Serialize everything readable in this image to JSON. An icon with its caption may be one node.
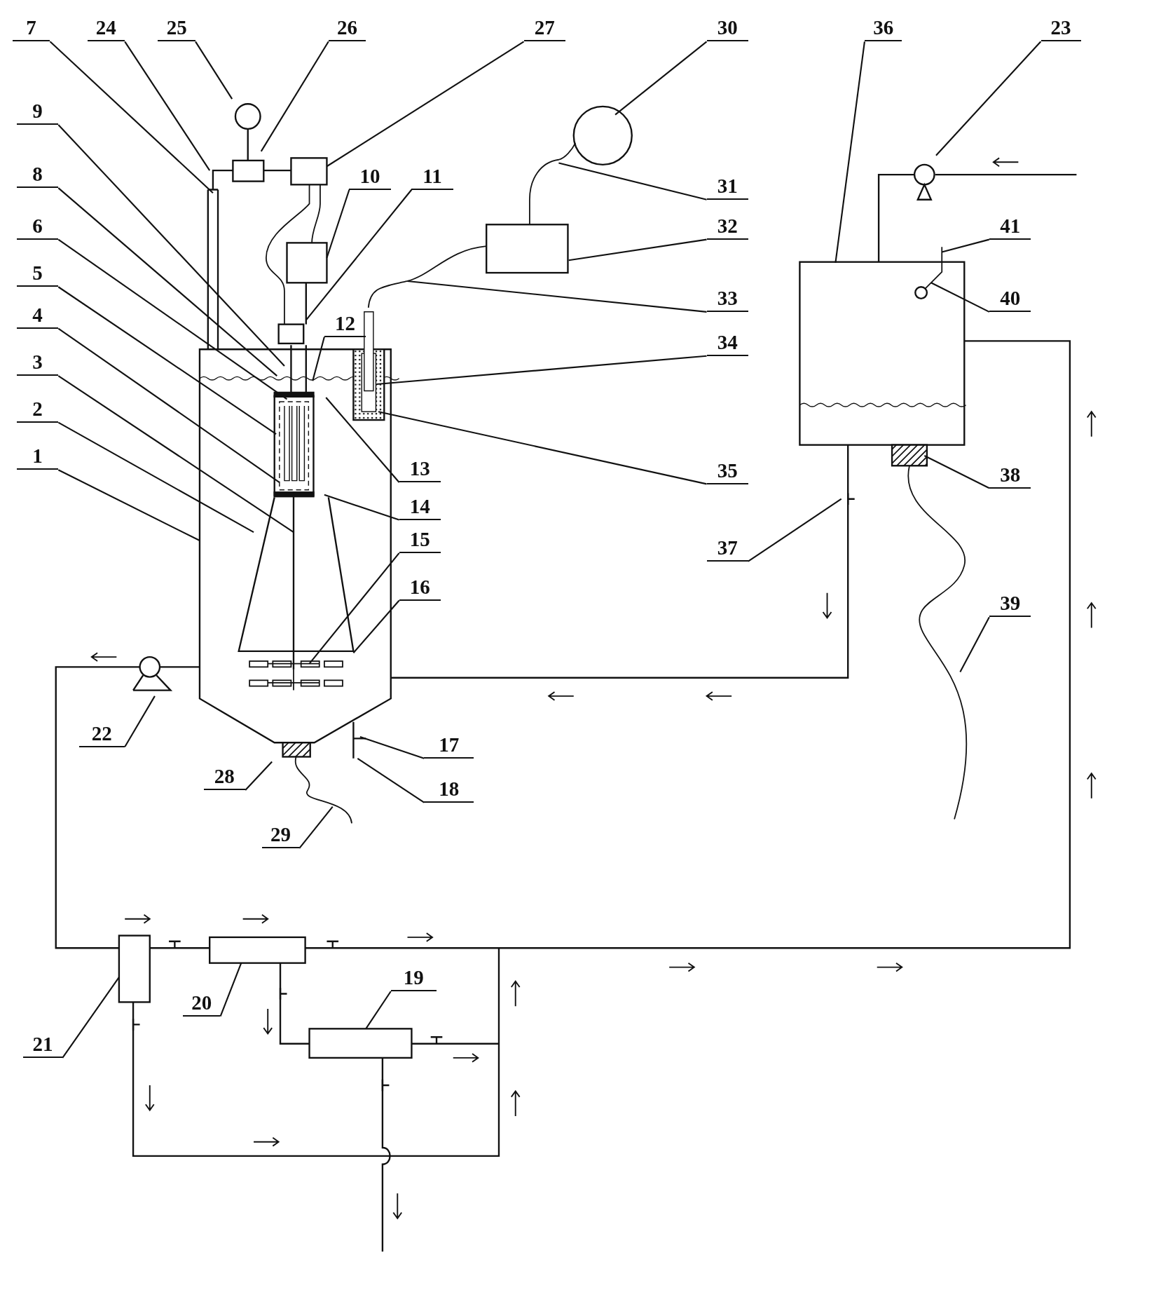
{
  "diagram": {
    "nodes": [
      {
        "text": [
          "7"
        ]
      },
      {
        "text": [
          "24"
        ]
      },
      {
        "text": [
          "25"
        ]
      },
      {
        "text": [
          "26"
        ]
      },
      {
        "text": [
          "27"
        ]
      },
      {
        "text": [
          "30"
        ]
      },
      {
        "text": [
          "36"
        ]
      },
      {
        "text": [
          "23"
        ]
      },
      {
        "text": [
          "9"
        ]
      },
      {
        "text": [
          "10"
        ]
      },
      {
        "text": [
          "11"
        ]
      },
      {
        "text": [
          "31"
        ]
      },
      {
        "text": [
          "8"
        ]
      },
      {
        "text": [
          "32"
        ]
      },
      {
        "text": [
          "41"
        ]
      },
      {
        "text": [
          "6"
        ]
      },
      {
        "text": [
          "33"
        ]
      },
      {
        "text": [
          "40"
        ]
      },
      {
        "text": [
          "5"
        ]
      },
      {
        "text": [
          "12"
        ]
      },
      {
        "text": [
          "34"
        ]
      },
      {
        "text": [
          "4"
        ]
      },
      {
        "text": [
          "3"
        ]
      },
      {
        "text": [
          "35"
        ]
      },
      {
        "text": [
          "13"
        ]
      },
      {
        "text": [
          "38"
        ]
      },
      {
        "text": [
          "2"
        ]
      },
      {
        "text": [
          "14"
        ]
      },
      {
        "text": [
          "1"
        ]
      },
      {
        "text": [
          "15"
        ]
      },
      {
        "text": [
          "37"
        ]
      },
      {
        "text": [
          "16"
        ]
      },
      {
        "text": [
          "39"
        ]
      },
      {
        "text": [
          "22"
        ]
      },
      {
        "text": [
          "17"
        ]
      },
      {
        "text": [
          "28"
        ]
      },
      {
        "text": [
          "18"
        ]
      },
      {
        "text": [
          "29"
        ]
      },
      {
        "text": [
          "19"
        ]
      },
      {
        "text": [
          "20"
        ]
      },
      {
        "text": [
          "21"
        ]
      }
    ],
    "edges": [
      {
        "from": 0,
        "to": null,
        "arrow": "none"
      },
      {
        "from": 1,
        "to": null,
        "arrow": "none"
      },
      {
        "from": 2,
        "to": null,
        "arrow": "none"
      },
      {
        "from": 3,
        "to": null,
        "arrow": "none"
      },
      {
        "from": 4,
        "to": null,
        "arrow": "none"
      },
      {
        "from": 5,
        "to": null,
        "arrow": "none"
      },
      {
        "from": 6,
        "to": null,
        "arrow": "none"
      },
      {
        "from": 7,
        "to": null,
        "arrow": "none"
      },
      {
        "from": 8,
        "to": null,
        "arrow": "none"
      },
      {
        "from": 9,
        "to": null,
        "arrow": "none"
      },
      {
        "from": 10,
        "to": null,
        "arrow": "none"
      },
      {
        "from": 11,
        "to": null,
        "arrow": "none"
      },
      {
        "from": 12,
        "to": null,
        "arrow": "none"
      },
      {
        "from": 13,
        "to": null,
        "arrow": "none"
      },
      {
        "from": 14,
        "to": null,
        "arrow": "none"
      },
      {
        "from": 15,
        "to": null,
        "arrow": "none"
      },
      {
        "from": 16,
        "to": null,
        "arrow": "none"
      },
      {
        "from": 17,
        "to": null,
        "arrow": "none"
      },
      {
        "from": 18,
        "to": null,
        "arrow": "none"
      },
      {
        "from": 19,
        "to": null,
        "arrow": "none"
      },
      {
        "from": 20,
        "to": null,
        "arrow": "none"
      },
      {
        "from": 21,
        "to": null,
        "arrow": "none"
      },
      {
        "from": 22,
        "to": null,
        "arrow": "none"
      },
      {
        "from": 23,
        "to": null,
        "arrow": "none"
      },
      {
        "from": 24,
        "to": null,
        "arrow": "none"
      },
      {
        "from": 25,
        "to": null,
        "arrow": "none"
      },
      {
        "from": 26,
        "to": null,
        "arrow": "none"
      },
      {
        "from": 27,
        "to": null,
        "arrow": "none"
      },
      {
        "from": 28,
        "to": null,
        "arrow": "none"
      },
      {
        "from": 29,
        "to": null,
        "arrow": "none"
      },
      {
        "from": 30,
        "to": null,
        "arrow": "none"
      },
      {
        "from": 31,
        "to": null,
        "arrow": "none"
      },
      {
        "from": 32,
        "to": null,
        "arrow": "none"
      },
      {
        "from": 33,
        "to": null,
        "arrow": "none"
      },
      {
        "from": 34,
        "to": null,
        "arrow": "none"
      },
      {
        "from": 35,
        "to": null,
        "arrow": "none"
      },
      {
        "from": 36,
        "to": null,
        "arrow": "none"
      },
      {
        "from": 37,
        "to": null,
        "arrow": "none"
      },
      {
        "from": 38,
        "to": null,
        "arrow": "none"
      },
      {
        "from": 39,
        "to": null,
        "arrow": "none"
      },
      {
        "from": 40,
        "to": null,
        "arrow": "none"
      }
    ]
  }
}
